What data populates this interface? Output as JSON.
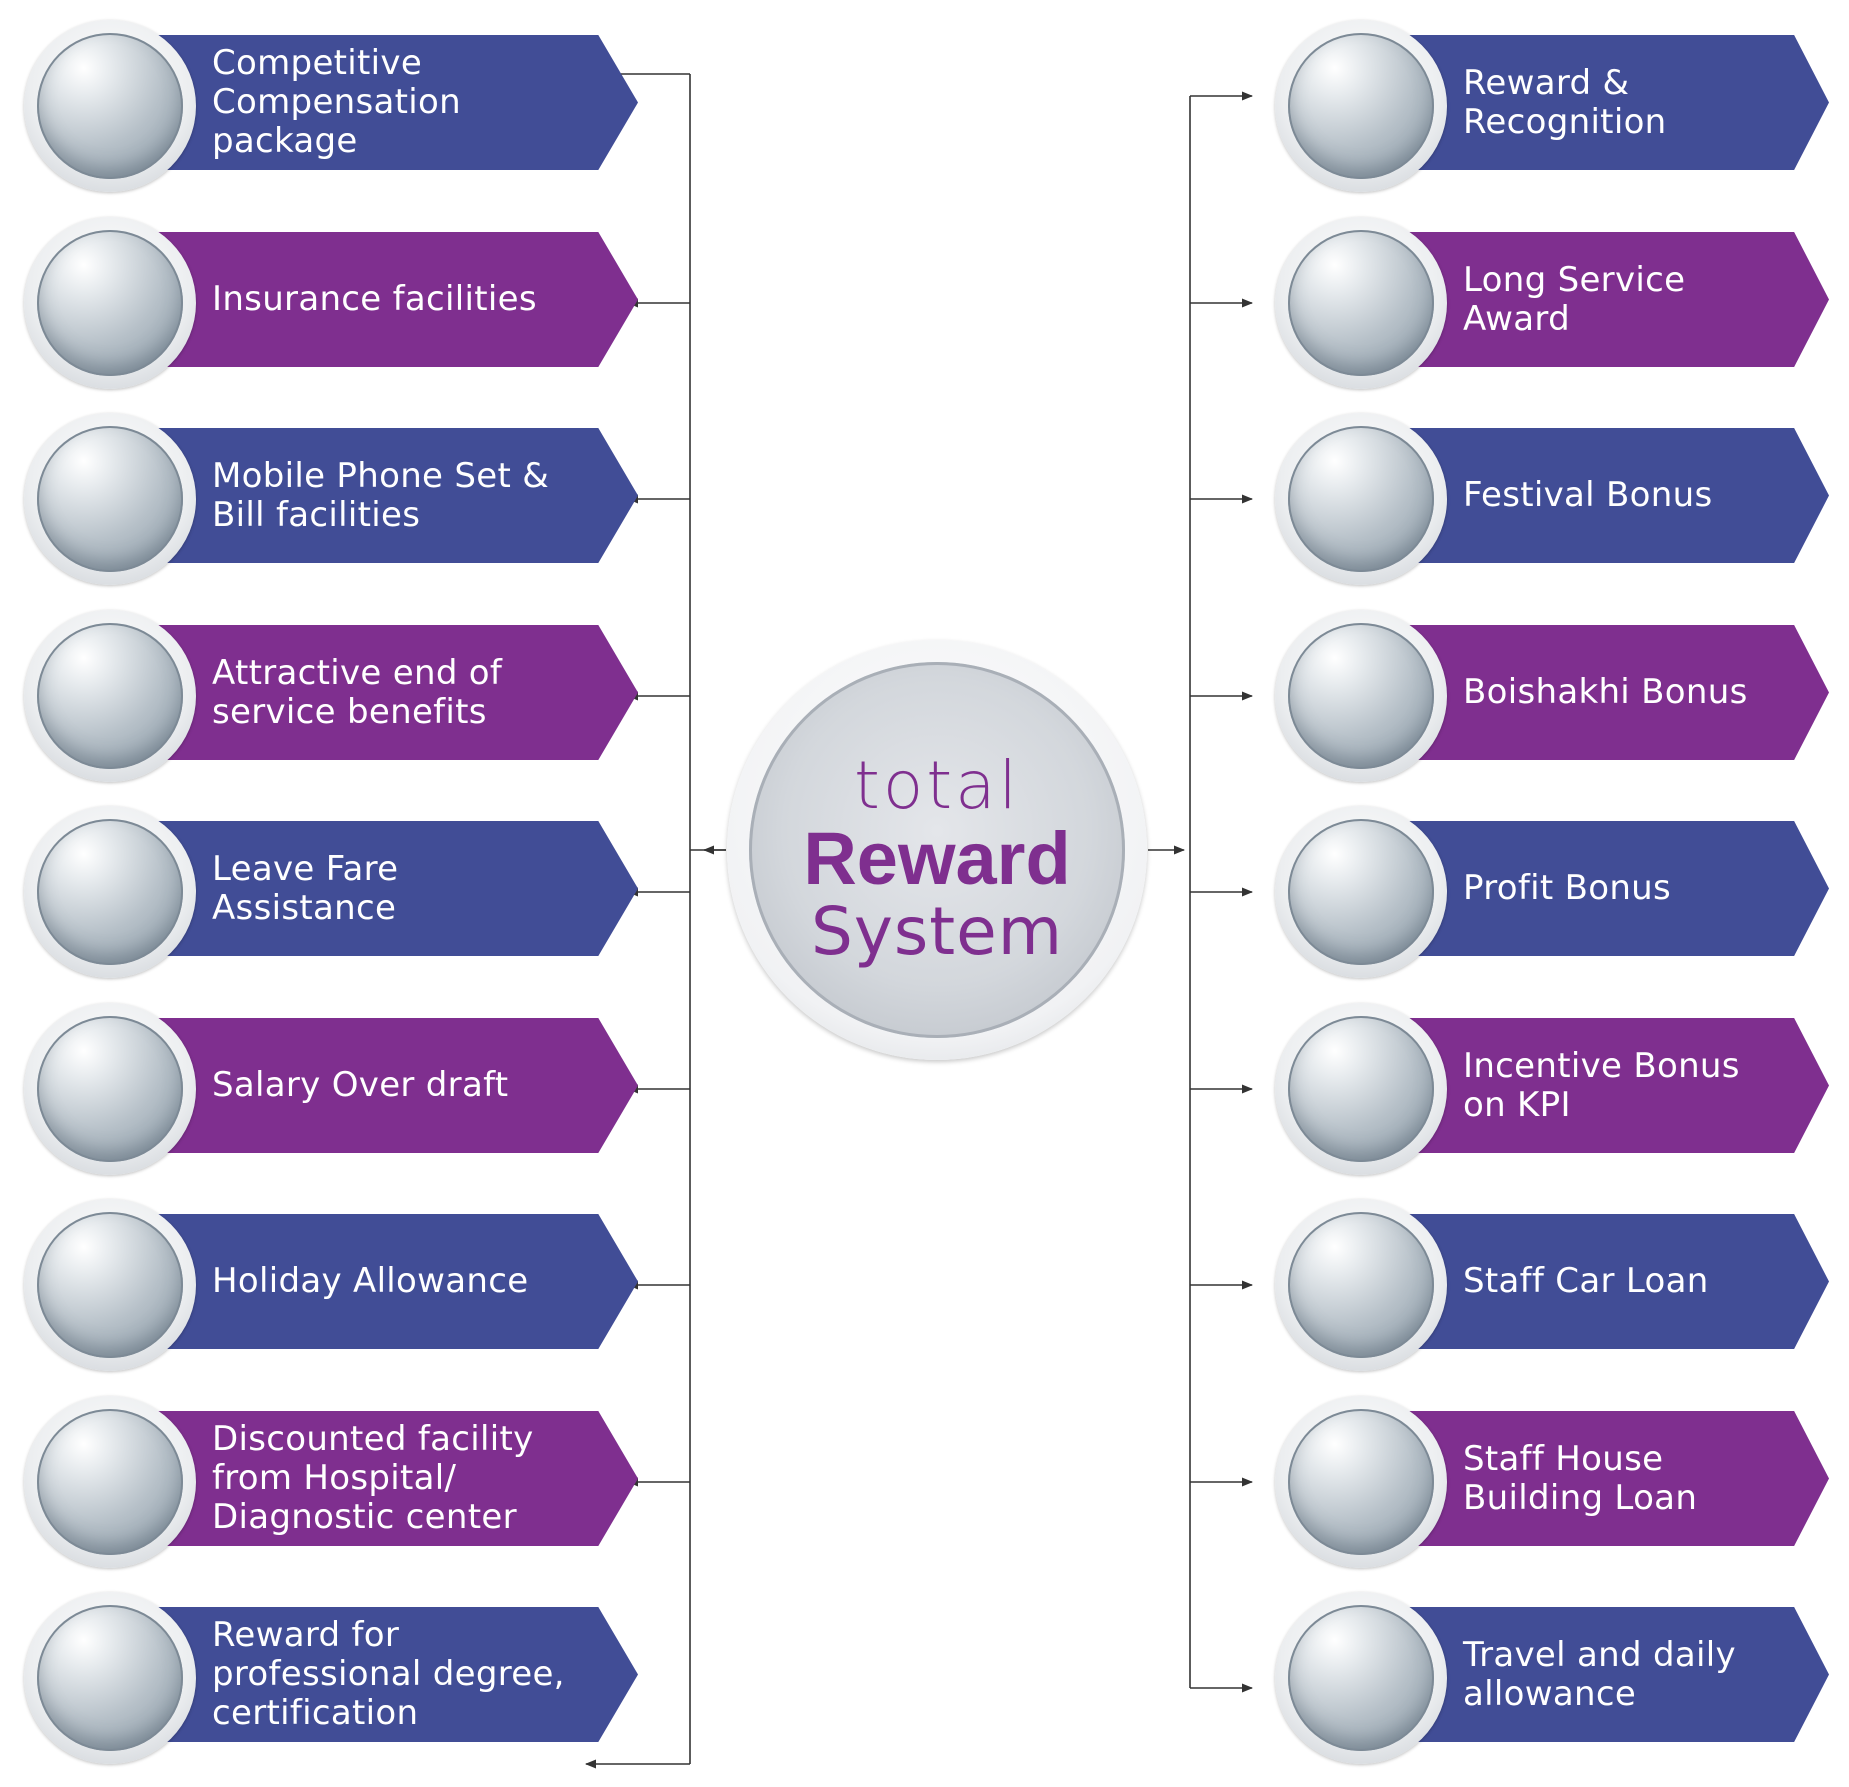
{
  "center": {
    "line1": "total",
    "line2": "Reward",
    "line3": "System"
  },
  "colors": {
    "blue": "#414d96",
    "purple": "#7f2f8f",
    "connector": "#333333"
  },
  "icon": "sphere-bullet-icon",
  "left_items": [
    {
      "label": "Competitive Compensation package",
      "color": "blue"
    },
    {
      "label": "Insurance facilities",
      "color": "purple"
    },
    {
      "label": "Mobile Phone Set & Bill facilities",
      "color": "blue"
    },
    {
      "label": "Attractive end of service benefits",
      "color": "purple"
    },
    {
      "label": "Leave Fare Assistance",
      "color": "blue"
    },
    {
      "label": "Salary Over draft",
      "color": "purple"
    },
    {
      "label": "Holiday Allowance",
      "color": "blue"
    },
    {
      "label": "Discounted facility from Hospital/ Diagnostic center",
      "color": "purple"
    },
    {
      "label": "Reward for professional degree, certification",
      "color": "blue"
    }
  ],
  "right_items": [
    {
      "label": "Reward & Recognition",
      "color": "blue"
    },
    {
      "label": "Long Service Award",
      "color": "purple"
    },
    {
      "label": "Festival Bonus",
      "color": "blue"
    },
    {
      "label": "Boishakhi Bonus",
      "color": "purple"
    },
    {
      "label": "Profit Bonus",
      "color": "blue"
    },
    {
      "label": "Incentive Bonus on KPI",
      "color": "purple"
    },
    {
      "label": "Staff Car Loan",
      "color": "blue"
    },
    {
      "label": "Staff House Building Loan",
      "color": "purple"
    },
    {
      "label": "Travel and daily allowance",
      "color": "blue"
    }
  ]
}
